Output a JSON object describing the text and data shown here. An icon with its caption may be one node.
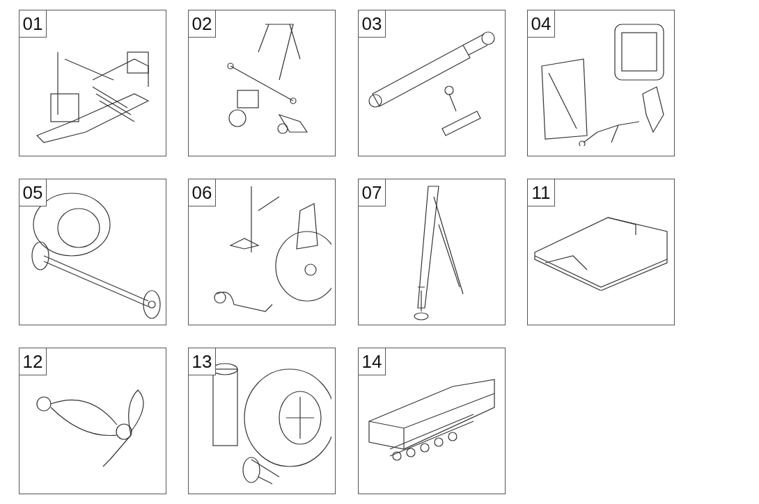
{
  "diagram": {
    "nodes": [
      {
        "text": [
          "01"
        ]
      },
      {
        "text": [
          "02"
        ]
      },
      {
        "text": [
          "03"
        ]
      },
      {
        "text": [
          "04"
        ]
      },
      {
        "text": [
          "05"
        ]
      },
      {
        "text": [
          "06"
        ]
      },
      {
        "text": [
          "07"
        ]
      },
      {
        "text": [
          "11"
        ]
      },
      {
        "text": [
          "12"
        ]
      },
      {
        "text": [
          "13"
        ]
      },
      {
        "text": [
          "14"
        ]
      }
    ]
  }
}
